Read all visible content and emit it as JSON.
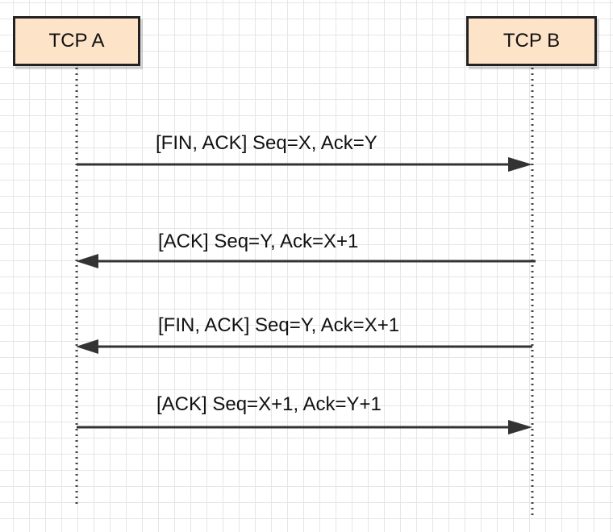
{
  "participants": [
    {
      "id": "a",
      "label": "TCP A"
    },
    {
      "id": "b",
      "label": "TCP B"
    }
  ],
  "messages": [
    {
      "label": "[FIN, ACK] Seq=X, Ack=Y",
      "from": "a",
      "to": "b"
    },
    {
      "label": "[ACK] Seq=Y, Ack=X+1",
      "from": "b",
      "to": "a"
    },
    {
      "label": "[FIN, ACK] Seq=Y, Ack=X+1",
      "from": "b",
      "to": "a"
    },
    {
      "label": "[ACK] Seq=X+1, Ack=Y+1",
      "from": "a",
      "to": "b"
    }
  ],
  "colors": {
    "box_fill": "#fde3c8",
    "line": "#333333",
    "grid": "#e6e6e6"
  }
}
